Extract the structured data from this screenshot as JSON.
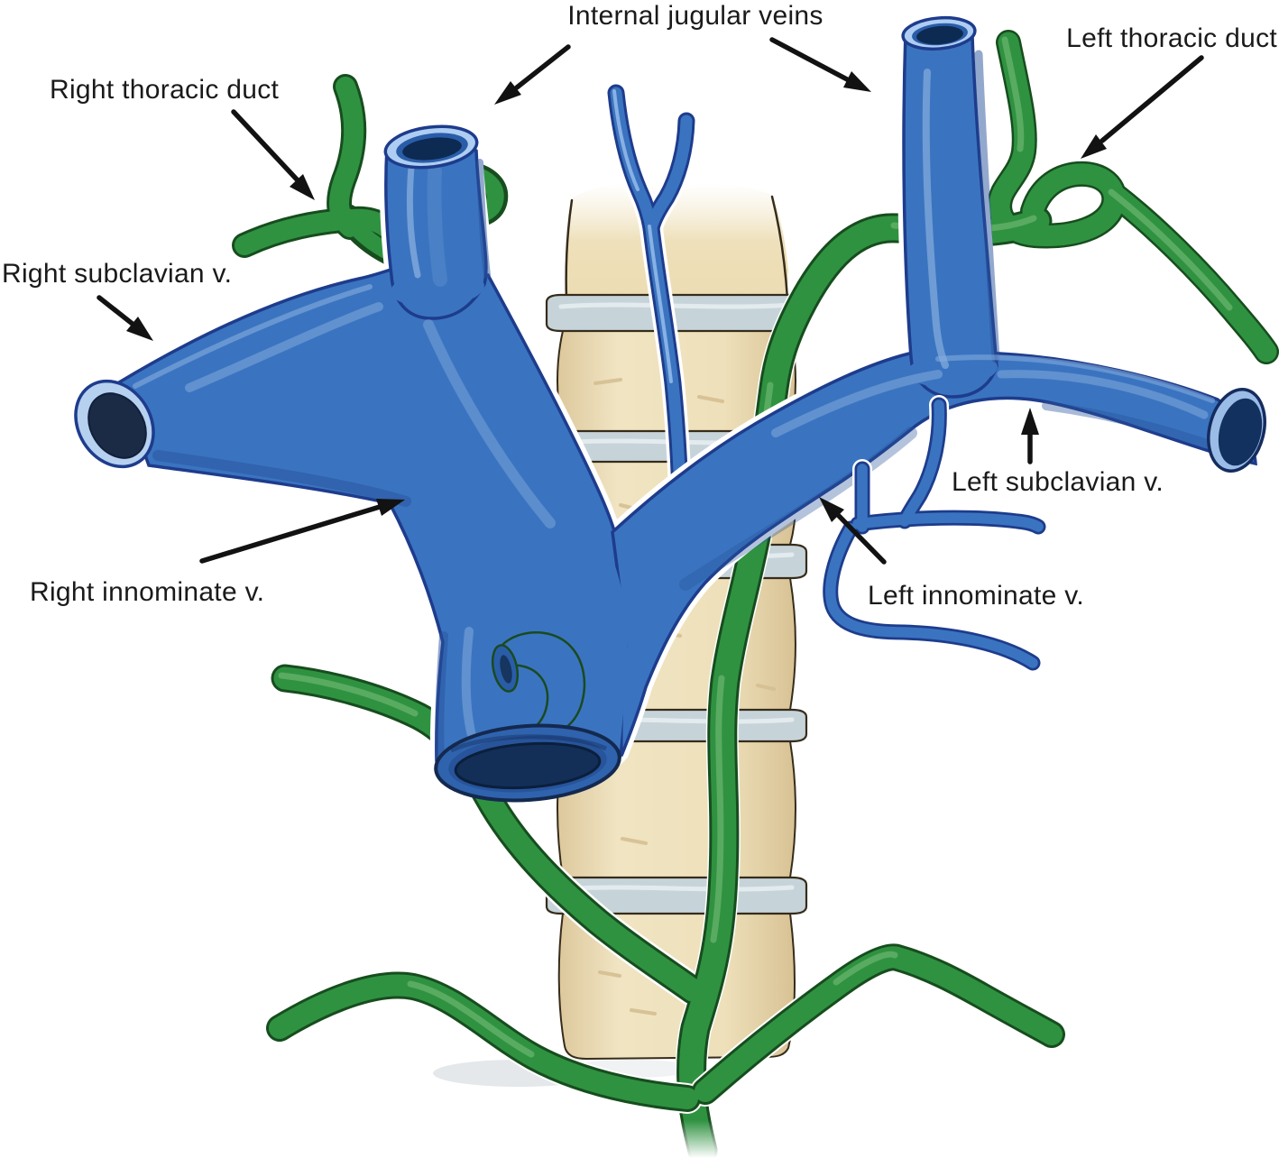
{
  "figure": {
    "type": "anatomical-illustration",
    "subject": "Thoracic duct and central veins over vertebral column",
    "labels": {
      "internal_jugular": "Internal jugular veins",
      "right_thoracic_duct": "Right thoracic duct",
      "left_thoracic_duct": "Left thoracic duct",
      "right_subclavian": "Right subclavian v.",
      "left_subclavian": "Left subclavian v.",
      "right_innominate": "Right innominate v.",
      "left_innominate": "Left innominate v."
    },
    "colors": {
      "vein_fill": "#3a74c0",
      "vein_outline": "#1e3c8c",
      "vein_lumen": "#13305c",
      "vein_cut_rim": "#aecdf2",
      "lymph_fill": "#2f9241",
      "lymph_outline": "#174d1e",
      "bone_fill": "#eee0ba",
      "disc_fill": "#c6d4da",
      "label_color": "#1a1a1a",
      "arrow_color": "#121212",
      "background": "#ffffff"
    }
  }
}
